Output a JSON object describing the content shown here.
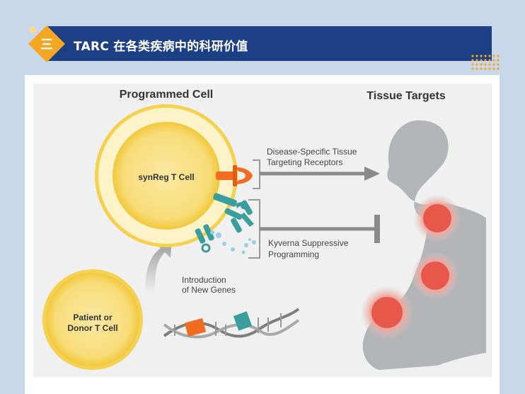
{
  "header": {
    "section_number": "三",
    "title": "TARC 在各类疾病中的科研价值"
  },
  "diagram": {
    "programmed_cell_heading": "Programmed Cell",
    "tissue_targets_heading": "Tissue Targets",
    "synreg_label": "synReg T Cell",
    "patient_label_line1": "Patient or",
    "patient_label_line2": "Donor T Cell",
    "introduction_line1": "Introduction",
    "introduction_line2": "of New Genes",
    "receptor_line1": "Disease-Specific Tissue",
    "receptor_line2": "Targeting Receptors",
    "suppressive_line1": "Kyverna Suppressive",
    "suppressive_line2": "Programming"
  },
  "colors": {
    "title_bar": "#1c3f86",
    "badge_orange": "#f5a623",
    "cell_yellow": "#f6d24c",
    "receptor_orange": "#f26b21",
    "receptor_teal": "#3a9e9c",
    "target_red": "#e8584a",
    "silhouette_gray": "#b2b4b7"
  }
}
